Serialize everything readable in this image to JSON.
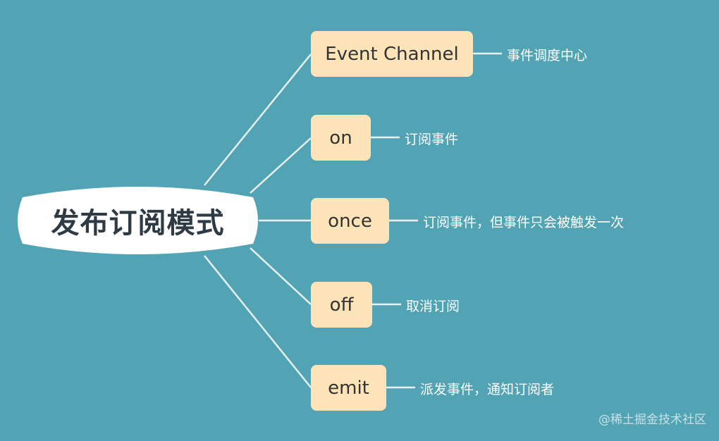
{
  "root": {
    "label": "发布订阅模式"
  },
  "branches": [
    {
      "label": "Event Channel",
      "note": "事件调度中心"
    },
    {
      "label": "on",
      "note": "订阅事件"
    },
    {
      "label": "once",
      "note": "订阅事件，但事件只会被触发一次"
    },
    {
      "label": "off",
      "note": "取消订阅"
    },
    {
      "label": "emit",
      "note": "派发事件，通知订阅者"
    }
  ],
  "watermark": "@稀土掘金技术社区",
  "colors": {
    "background": "#52a3b3",
    "node_fill": "#fde4b8",
    "connector": "#e6f1f3",
    "root_fill": "#ffffff"
  }
}
